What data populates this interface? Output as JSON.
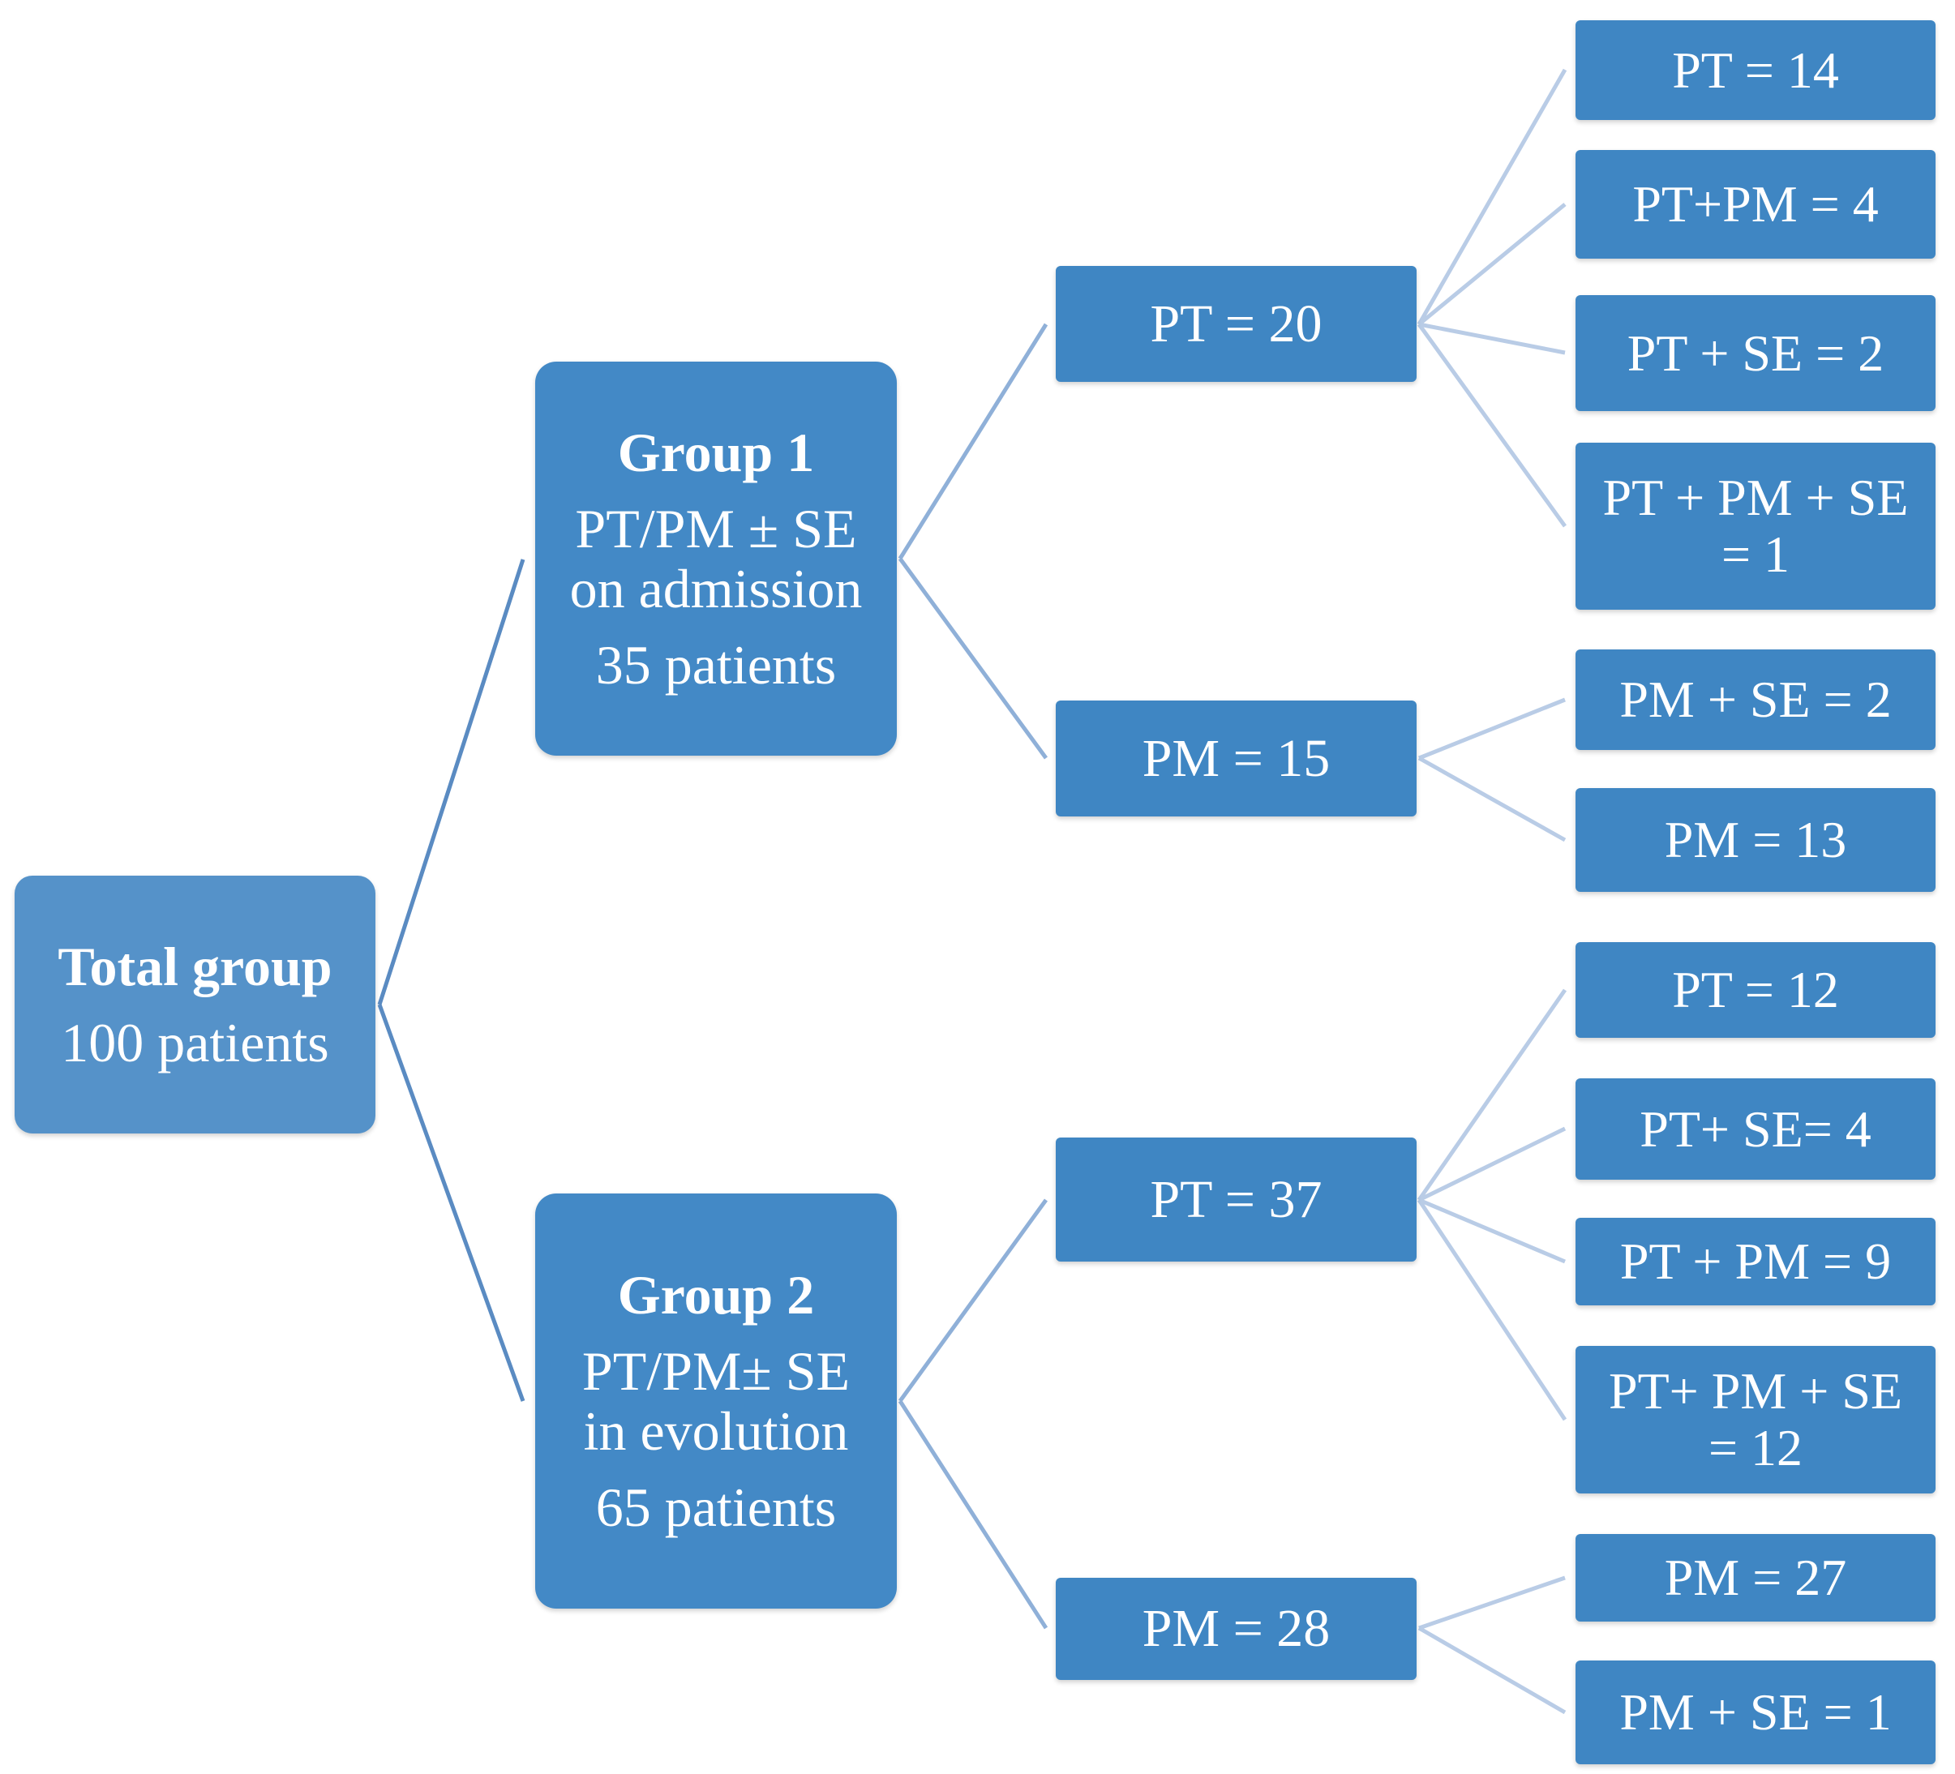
{
  "root": {
    "title": "Total group",
    "count": "100 patients"
  },
  "groups": [
    {
      "title": "Group 1",
      "line1": "PT/PM ± SE",
      "line2": "on admission",
      "count": "35 patients",
      "branches": [
        {
          "label": "PT = 20",
          "leaves": [
            [
              "PT = 14"
            ],
            [
              "PT+PM = 4"
            ],
            [
              "PT + SE = 2"
            ],
            [
              "PT + PM + SE",
              "= 1"
            ]
          ]
        },
        {
          "label": "PM = 15",
          "leaves": [
            [
              "PM + SE = 2"
            ],
            [
              "PM = 13"
            ]
          ]
        }
      ]
    },
    {
      "title": "Group 2",
      "line1": "PT/PM± SE",
      "line2": "in evolution",
      "count": "65 patients",
      "branches": [
        {
          "label": "PT = 37",
          "leaves": [
            [
              "PT =  12"
            ],
            [
              "PT+ SE= 4"
            ],
            [
              "PT + PM = 9"
            ],
            [
              "PT+ PM + SE",
              "= 12"
            ]
          ]
        },
        {
          "label": "PM = 28",
          "leaves": [
            [
              "PM =  27"
            ],
            [
              "PM + SE = 1"
            ]
          ]
        }
      ]
    }
  ],
  "colors": {
    "root_fill": "#5592c9",
    "node_fill": "#3f86c3",
    "connector_primary": "#5a8bc2",
    "connector_secondary": "#8fb0d8",
    "connector_tertiary": "#b9cce6"
  }
}
